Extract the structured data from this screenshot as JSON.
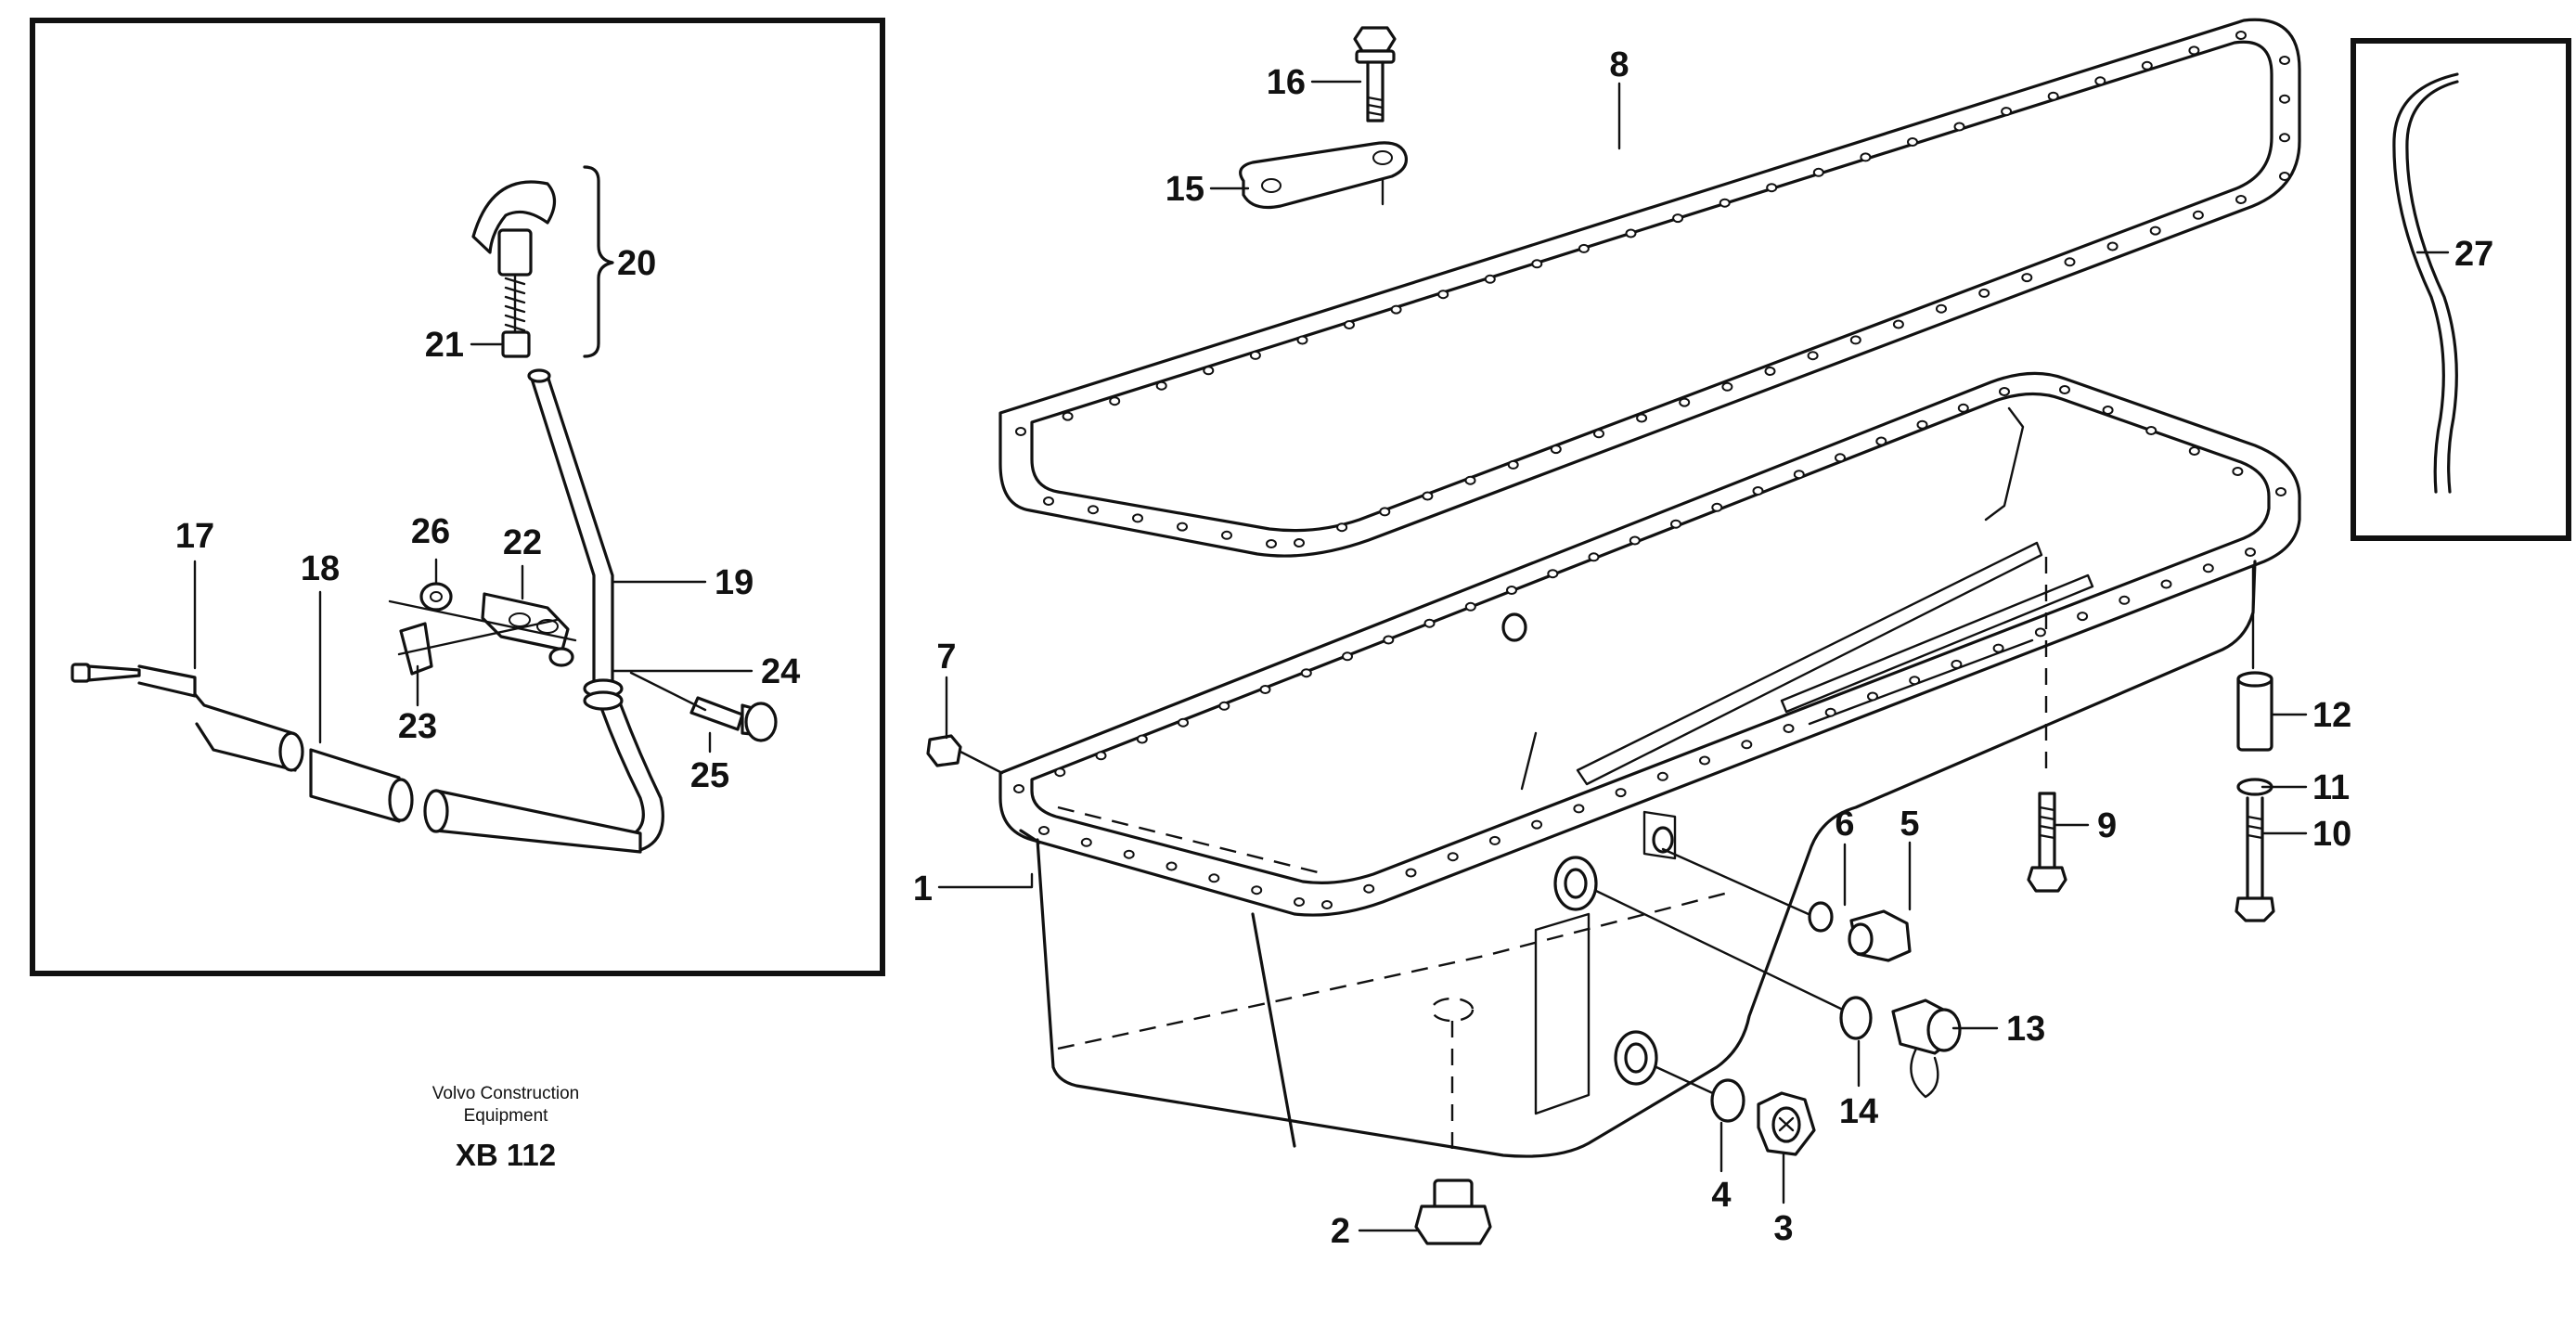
{
  "diagram": {
    "caption": {
      "line1": "Volvo Construction",
      "line2": "Equipment",
      "code": "XB 112"
    },
    "part_numbers": [
      "1",
      "2",
      "3",
      "4",
      "5",
      "6",
      "7",
      "8",
      "9",
      "10",
      "11",
      "12",
      "13",
      "14",
      "15",
      "16",
      "17",
      "18",
      "19",
      "20",
      "21",
      "22",
      "23",
      "24",
      "25",
      "26",
      "27"
    ]
  },
  "callouts": {
    "c1": "1",
    "c2": "2",
    "c3": "3",
    "c4": "4",
    "c5": "5",
    "c6": "6",
    "c7": "7",
    "c8": "8",
    "c9": "9",
    "c10": "10",
    "c11": "11",
    "c12": "12",
    "c13": "13",
    "c14": "14",
    "c15": "15",
    "c16": "16",
    "c17": "17",
    "c18": "18",
    "c19": "19",
    "c20": "20",
    "c21": "21",
    "c22": "22",
    "c23": "23",
    "c24": "24",
    "c25": "25",
    "c26": "26",
    "c27": "27"
  }
}
